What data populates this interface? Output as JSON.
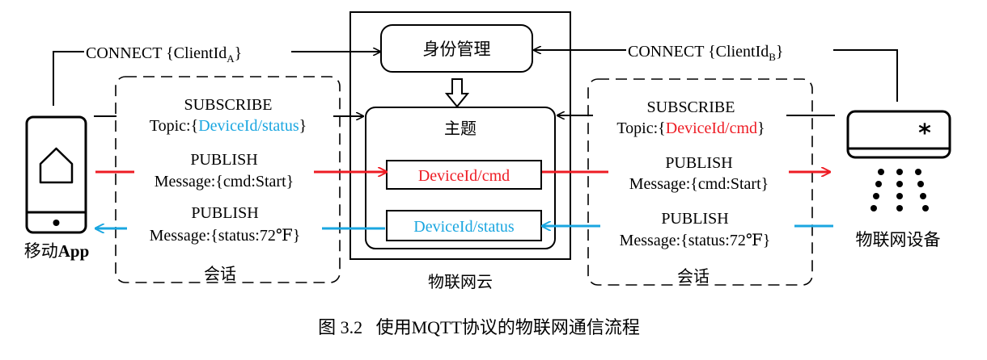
{
  "colors": {
    "black": "#000000",
    "red": "#ee1c24",
    "blue": "#1aa6e0"
  },
  "cloud": {
    "label": "物联网云",
    "identity": "身份管理",
    "topic": "主题",
    "topic_cmd": "DeviceId/cmd",
    "topic_status": "DeviceId/status"
  },
  "left": {
    "device_label_cn": "移动",
    "device_label_bold": "App",
    "connect_prefix": "CONNECT {ClientId",
    "connect_sub": "A",
    "connect_suffix": "}",
    "subscribe_title": "SUBSCRIBE",
    "subscribe_prefix": "Topic:{",
    "subscribe_topic": "DeviceId/status",
    "subscribe_suffix": "}",
    "publish1_title": "PUBLISH",
    "publish1_message": "Message:{cmd:Start}",
    "publish2_title": "PUBLISH",
    "publish2_message": "Message:{status:72℉}",
    "session_label": "会话",
    "icon": "smartphone-home-icon"
  },
  "right": {
    "device_label": "物联网设备",
    "connect_prefix": "CONNECT {ClientId",
    "connect_sub": "B",
    "connect_suffix": "}",
    "subscribe_title": "SUBSCRIBE",
    "subscribe_prefix": "Topic:{",
    "subscribe_topic": "DeviceId/cmd",
    "subscribe_suffix": "}",
    "publish1_title": "PUBLISH",
    "publish1_message": "Message:{cmd:Start}",
    "publish2_title": "PUBLISH",
    "publish2_message": "Message:{status:72℉}",
    "session_label": "会话",
    "icon": "air-conditioner-icon"
  },
  "caption": "图 3.2   使用MQTT协议的物联网通信流程"
}
